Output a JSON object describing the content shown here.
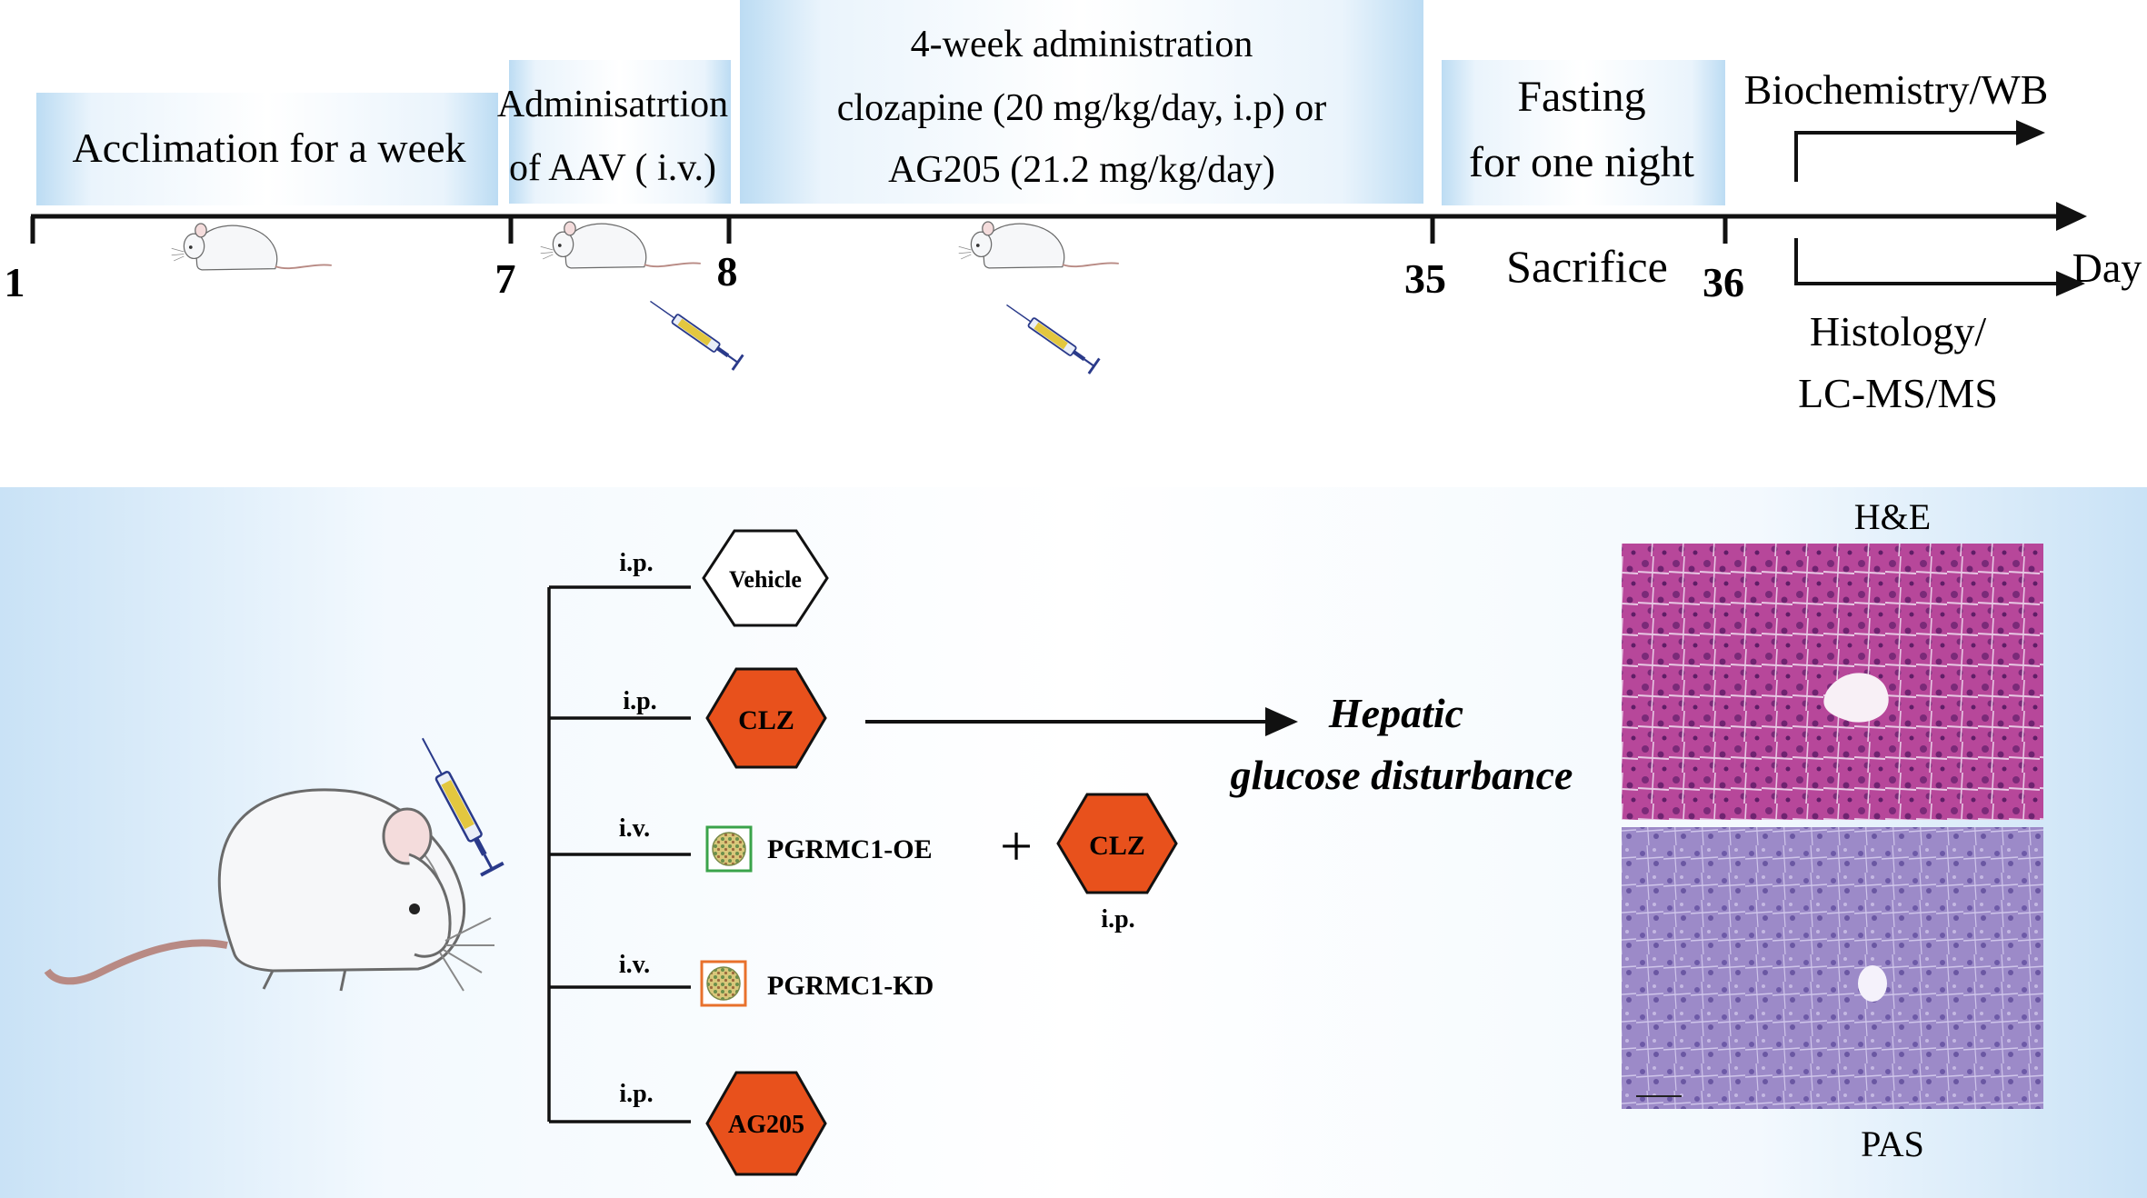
{
  "timeline": {
    "phases": {
      "acclimation": "Acclimation for a week",
      "aav_line1": "Adminisatrtion",
      "aav_line2": "of AAV ( i.v.)",
      "admin_line1": "4-week administration",
      "admin_line2": "clozapine (20 mg/kg/day, i.p) or",
      "admin_line3": "AG205 (21.2 mg/kg/day)",
      "fasting_line1": "Fasting",
      "fasting_line2": "for one night"
    },
    "ticks": [
      "1",
      "7",
      "8",
      "35",
      "36"
    ],
    "axis_unit": "Day",
    "sacrifice": "Sacrifice",
    "outcome_top": "Biochemistry/WB",
    "outcome_bottom_line1": "Histology/",
    "outcome_bottom_line2": "LC-MS/MS"
  },
  "groups": {
    "vehicle": {
      "route": "i.p.",
      "label": "Vehicle"
    },
    "clz": {
      "route": "i.p.",
      "label": "CLZ"
    },
    "oe": {
      "route": "i.v.",
      "label": "PGRMC1-OE",
      "combo_label": "CLZ",
      "combo_route": "i.p."
    },
    "kd": {
      "route": "i.v.",
      "label": "PGRMC1-KD"
    },
    "ag205": {
      "route": "i.p.",
      "label": "AG205"
    }
  },
  "result": {
    "line1": "Hepatic",
    "line2": "glucose disturbance"
  },
  "histology": {
    "top_label": "H&E",
    "bottom_label": "PAS"
  },
  "colors": {
    "hex_fill": "#e8511c",
    "oe_border": "#3aa34a",
    "kd_border": "#e8712c",
    "he_tissue": "#b2438f",
    "pas_tissue": "#9a88c6"
  }
}
